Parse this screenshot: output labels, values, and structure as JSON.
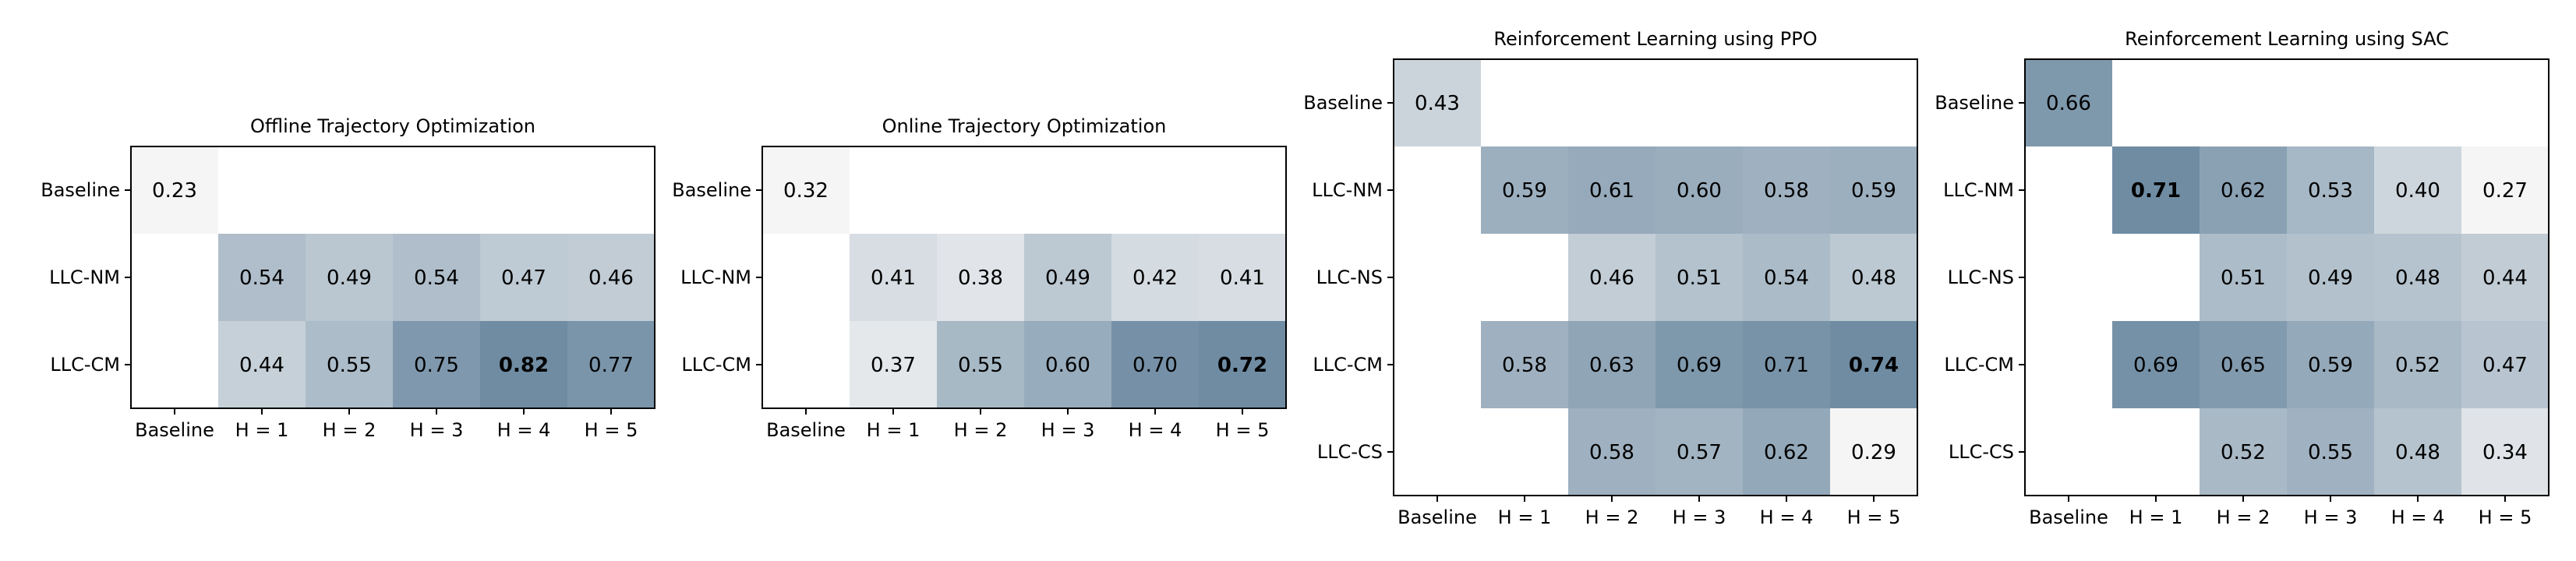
{
  "chart_data": [
    {
      "type": "heatmap",
      "title": "Offline Trajectory Optimization",
      "columns": [
        "Baseline",
        "H = 1",
        "H = 2",
        "H = 3",
        "H = 4",
        "H = 5"
      ],
      "rows": [
        "Baseline",
        "LLC-NM",
        "LLC-CM"
      ],
      "values": [
        [
          0.23,
          null,
          null,
          null,
          null,
          null
        ],
        [
          null,
          0.54,
          0.49,
          0.54,
          0.47,
          0.46
        ],
        [
          null,
          0.44,
          0.55,
          0.75,
          0.82,
          0.77
        ]
      ],
      "labels": [
        [
          "0.23",
          "",
          "",
          "",
          "",
          ""
        ],
        [
          "",
          "0.54",
          "0.49",
          "0.54",
          "0.47",
          "0.46"
        ],
        [
          "",
          "0.44",
          "0.55",
          "0.75",
          "0.82",
          "0.77"
        ]
      ],
      "bold_cells": [
        [
          2,
          4
        ]
      ]
    },
    {
      "type": "heatmap",
      "title": "Online Trajectory Optimization",
      "columns": [
        "Baseline",
        "H = 1",
        "H = 2",
        "H = 3",
        "H = 4",
        "H = 5"
      ],
      "rows": [
        "Baseline",
        "LLC-NM",
        "LLC-CM"
      ],
      "values": [
        [
          0.32,
          null,
          null,
          null,
          null,
          null
        ],
        [
          null,
          0.41,
          0.38,
          0.49,
          0.42,
          0.41
        ],
        [
          null,
          0.37,
          0.55,
          0.6,
          0.7,
          0.72
        ]
      ],
      "labels": [
        [
          "0.32",
          "",
          "",
          "",
          "",
          ""
        ],
        [
          "",
          "0.41",
          "0.38",
          "0.49",
          "0.42",
          "0.41"
        ],
        [
          "",
          "0.37",
          "0.55",
          "0.60",
          "0.70",
          "0.72"
        ]
      ],
      "bold_cells": [
        [
          2,
          5
        ]
      ]
    },
    {
      "type": "heatmap",
      "title": "Reinforcement Learning using PPO",
      "columns": [
        "Baseline",
        "H = 1",
        "H = 2",
        "H = 3",
        "H = 4",
        "H = 5"
      ],
      "rows": [
        "Baseline",
        "LLC-NM",
        "LLC-NS",
        "LLC-CM",
        "LLC-CS"
      ],
      "values": [
        [
          0.43,
          null,
          null,
          null,
          null,
          null
        ],
        [
          null,
          0.59,
          0.61,
          0.6,
          0.58,
          0.59
        ],
        [
          null,
          null,
          0.46,
          0.51,
          0.54,
          0.48
        ],
        [
          null,
          0.58,
          0.63,
          0.69,
          0.71,
          0.74
        ],
        [
          null,
          null,
          0.58,
          0.57,
          0.62,
          0.29
        ]
      ],
      "labels": [
        [
          "0.43",
          "",
          "",
          "",
          "",
          ""
        ],
        [
          "",
          "0.59",
          "0.61",
          "0.60",
          "0.58",
          "0.59"
        ],
        [
          "",
          "",
          "0.46",
          "0.51",
          "0.54",
          "0.48"
        ],
        [
          "",
          "0.58",
          "0.63",
          "0.69",
          "0.71",
          "0.74"
        ],
        [
          "",
          "",
          "0.58",
          "0.57",
          "0.62",
          "0.29"
        ]
      ],
      "bold_cells": [
        [
          3,
          5
        ]
      ]
    },
    {
      "type": "heatmap",
      "title": "Reinforcement Learning using SAC",
      "columns": [
        "Baseline",
        "H = 1",
        "H = 2",
        "H = 3",
        "H = 4",
        "H = 5"
      ],
      "rows": [
        "Baseline",
        "LLC-NM",
        "LLC-NS",
        "LLC-CM",
        "LLC-CS"
      ],
      "values": [
        [
          0.66,
          null,
          null,
          null,
          null,
          null
        ],
        [
          null,
          0.71,
          0.62,
          0.53,
          0.4,
          0.27
        ],
        [
          null,
          null,
          0.51,
          0.49,
          0.48,
          0.44
        ],
        [
          null,
          0.69,
          0.65,
          0.59,
          0.52,
          0.47
        ],
        [
          null,
          null,
          0.52,
          0.55,
          0.48,
          0.34
        ]
      ],
      "labels": [
        [
          "0.66",
          "",
          "",
          "",
          "",
          ""
        ],
        [
          "",
          "0.71",
          "0.62",
          "0.53",
          "0.40",
          "0.27"
        ],
        [
          "",
          "",
          "0.51",
          "0.49",
          "0.48",
          "0.44"
        ],
        [
          "",
          "0.69",
          "0.65",
          "0.59",
          "0.52",
          "0.47"
        ],
        [
          "",
          "",
          "0.52",
          "0.55",
          "0.48",
          "0.34"
        ]
      ],
      "bold_cells": [
        [
          1,
          1
        ]
      ]
    }
  ],
  "colors": {
    "light": "#f5f5f5",
    "dark": "#6f8ca3",
    "empty": "#ffffff",
    "frame": "#000000"
  }
}
